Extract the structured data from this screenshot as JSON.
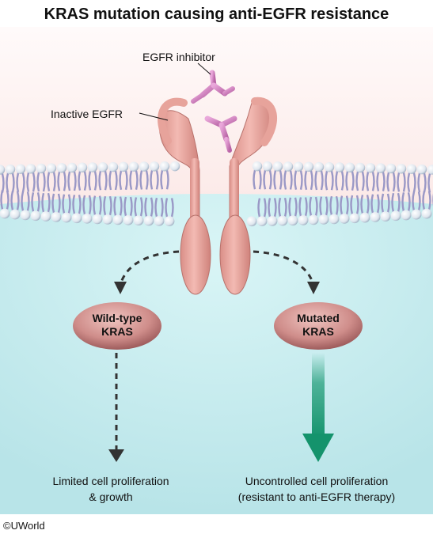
{
  "title": "KRAS mutation causing anti-EGFR resistance",
  "labels": {
    "egfr_inhibitor": "EGFR inhibitor",
    "inactive_egfr": "Inactive EGFR"
  },
  "nodes": {
    "wild_type": {
      "line1": "Wild-type",
      "line2": "KRAS"
    },
    "mutated": {
      "line1": "Mutated",
      "line2": "KRAS"
    }
  },
  "outcomes": {
    "limited": {
      "line1": "Limited cell proliferation",
      "line2": "& growth"
    },
    "uncontrolled": {
      "line1": "Uncontrolled cell proliferation",
      "line2": "(resistant to anti-EGFR therapy)"
    }
  },
  "copyright": "©UWorld",
  "colors": {
    "extracellular": "#fdf3f2",
    "cytoplasm": "#cfeff1",
    "receptor": "#e8a49d",
    "inhibitor": "#d787c4",
    "kras_node": "#c98585",
    "strong_arrow": "#1b9a74",
    "membrane_head": "#e8eef4",
    "membrane_tail": "#9a98c6"
  }
}
